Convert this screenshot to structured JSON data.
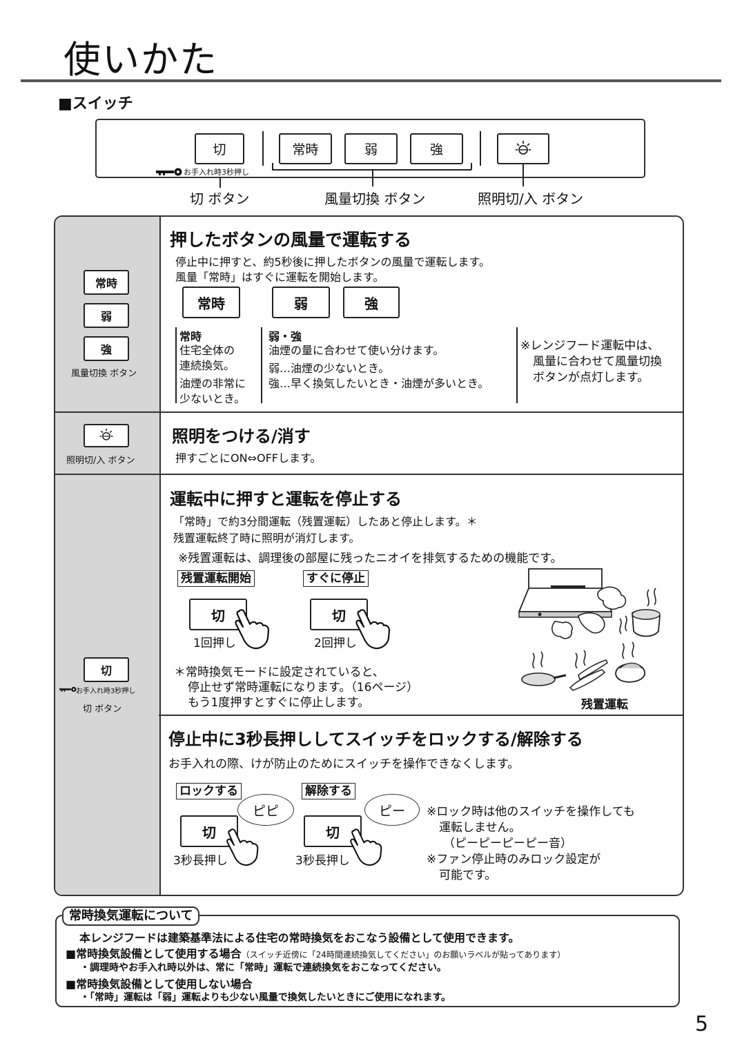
{
  "page": {
    "title": "使いかた",
    "number": "5"
  },
  "switch_section": {
    "heading": "■スイッチ",
    "btn_off": "切",
    "btn_always": "常時",
    "btn_weak": "弱",
    "btn_strong": "強",
    "care_note": "お手入れ時3秒押し",
    "label_off": "切 ボタン",
    "label_fan": "風量切換 ボタン",
    "label_light": "照明切/入 ボタン"
  },
  "row1": {
    "side_always": "常時",
    "side_weak": "弱",
    "side_strong": "強",
    "side_label": "風量切換 ボタン",
    "title": "押したボタンの風量で運転する",
    "desc1": "停止中に押すと、約5秒後に押したボタンの風量で運転します。",
    "desc2": "風量「常時」はすぐに運転を開始します。",
    "big_always": "常時",
    "big_weak": "弱",
    "big_strong": "強",
    "col1_head": "常時",
    "col1_l1": "住宅全体の",
    "col1_l2": "連続換気。",
    "col1_l3": "油煙の非常に",
    "col1_l4": "少ないとき。",
    "col2_head": "弱・強",
    "col2_l1": "油煙の量に合わせて使い分けます。",
    "col2_l2": "弱…油煙の少ないとき。",
    "col2_l3": "強…早く換気したいとき・油煙が多いとき。",
    "note_l1": "※レンジフード運転中は、",
    "note_l2": "風量に合わせて風量切換",
    "note_l3": "ボタンが点灯します。"
  },
  "row2": {
    "side_label": "照明切/入 ボタン",
    "title": "照明をつける/消す",
    "desc": "押すごとにON⇔OFFします。"
  },
  "row3": {
    "side_btn": "切",
    "side_care": "お手入れ時3秒押し",
    "side_label": "切 ボタン",
    "title": "運転中に押すと運転を停止する",
    "desc1": "「常時」で約3分間運転（残置運転）したあと停止します。＊",
    "desc2": "残置運転終了時に照明が消灯します。",
    "desc3": "※残置運転は、調理後の部屋に残ったニオイを排気するための機能です。",
    "tag_start": "残置運転開始",
    "tag_stop": "すぐに停止",
    "btn1": "切",
    "btn2": "切",
    "press1": "1回押し",
    "press2": "2回押し",
    "foot1": "＊常時換気モードに設定されていると、",
    "foot2": "停止せず常時運転になります。（16ページ）",
    "foot3": "もう1度押すとすぐに停止します。",
    "illus_caption": "残置運転"
  },
  "row4": {
    "title": "停止中に3秒長押ししてスイッチをロックする/解除する",
    "desc": "お手入れの際、けが防止のためにスイッチを操作できなくします。",
    "tag_lock": "ロックする",
    "tag_unlock": "解除する",
    "bubble_lock": "ピピ",
    "bubble_unlock": "ピー",
    "btn_lock": "切",
    "btn_unlock": "切",
    "press_lock": "3秒長押し",
    "press_unlock": "3秒長押し",
    "note_l1": "※ロック時は他のスイッチを操作しても",
    "note_l2": "運転しません。",
    "note_l3": "（ピーピーピーピー音）",
    "note_l4": "※ファン停止時のみロック設定が",
    "note_l5": "可能です。"
  },
  "bottom": {
    "tab": "常時換気運転について",
    "l1": "本レンジフードは建築基準法による住宅の常時換気をおこなう設備として使用できます。",
    "l2": "■常時換気設備として使用する場合",
    "l2_small": "（スイッチ近傍に「24時間連続換気してください」のお願いラベルが貼ってあります）",
    "l3": "・調理時やお手入れ時以外は、常に「常時」運転で連続換気をおこなってください。",
    "l4": "■常時換気設備として使用しない場合",
    "l5": "・「常時」運転は「弱」運転よりも少ない風量で換気したいときにご使用になれます。"
  }
}
